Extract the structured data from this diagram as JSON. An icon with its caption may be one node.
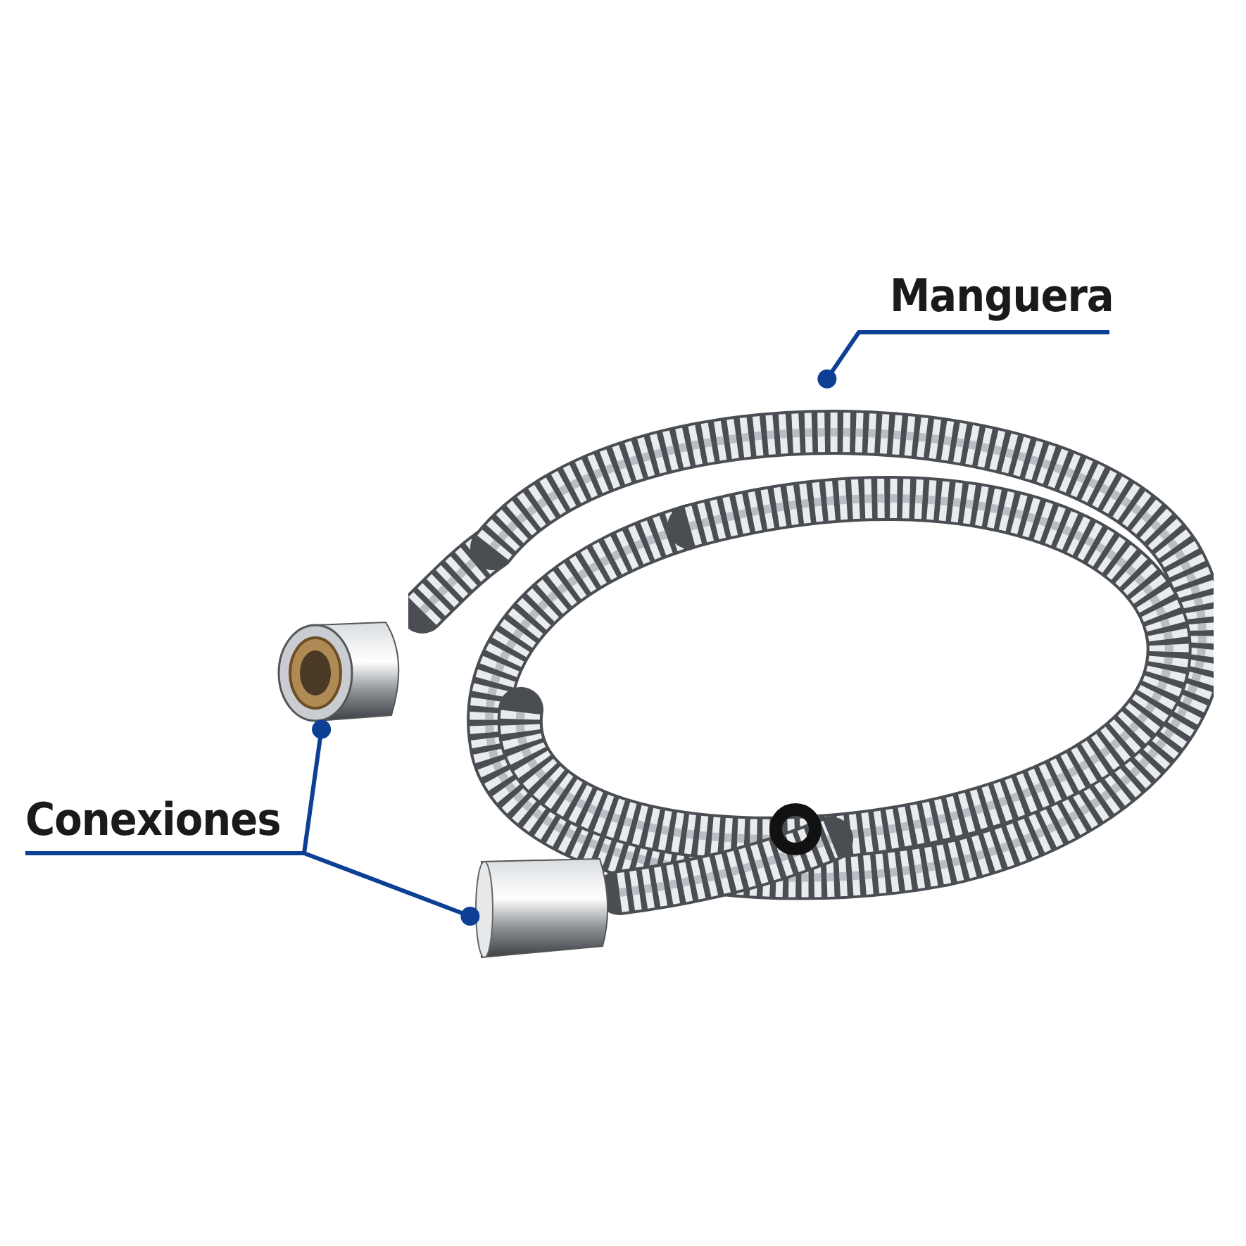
{
  "diagram": {
    "nodes": [
      {
        "text": [
          "Manguera"
        ]
      },
      {
        "text": [],
        "shape": "picture"
      },
      {
        "text": [
          "Conexiones"
        ]
      },
      {
        "text": [],
        "shape": "picture"
      },
      {
        "text": [],
        "shape": "picture"
      }
    ],
    "edges": [
      {
        "from": 0,
        "to": 1,
        "arrow": "other"
      },
      {
        "from": 2,
        "to": 3,
        "arrow": "other"
      },
      {
        "from": 2,
        "to": 4,
        "arrow": "other"
      }
    ]
  }
}
